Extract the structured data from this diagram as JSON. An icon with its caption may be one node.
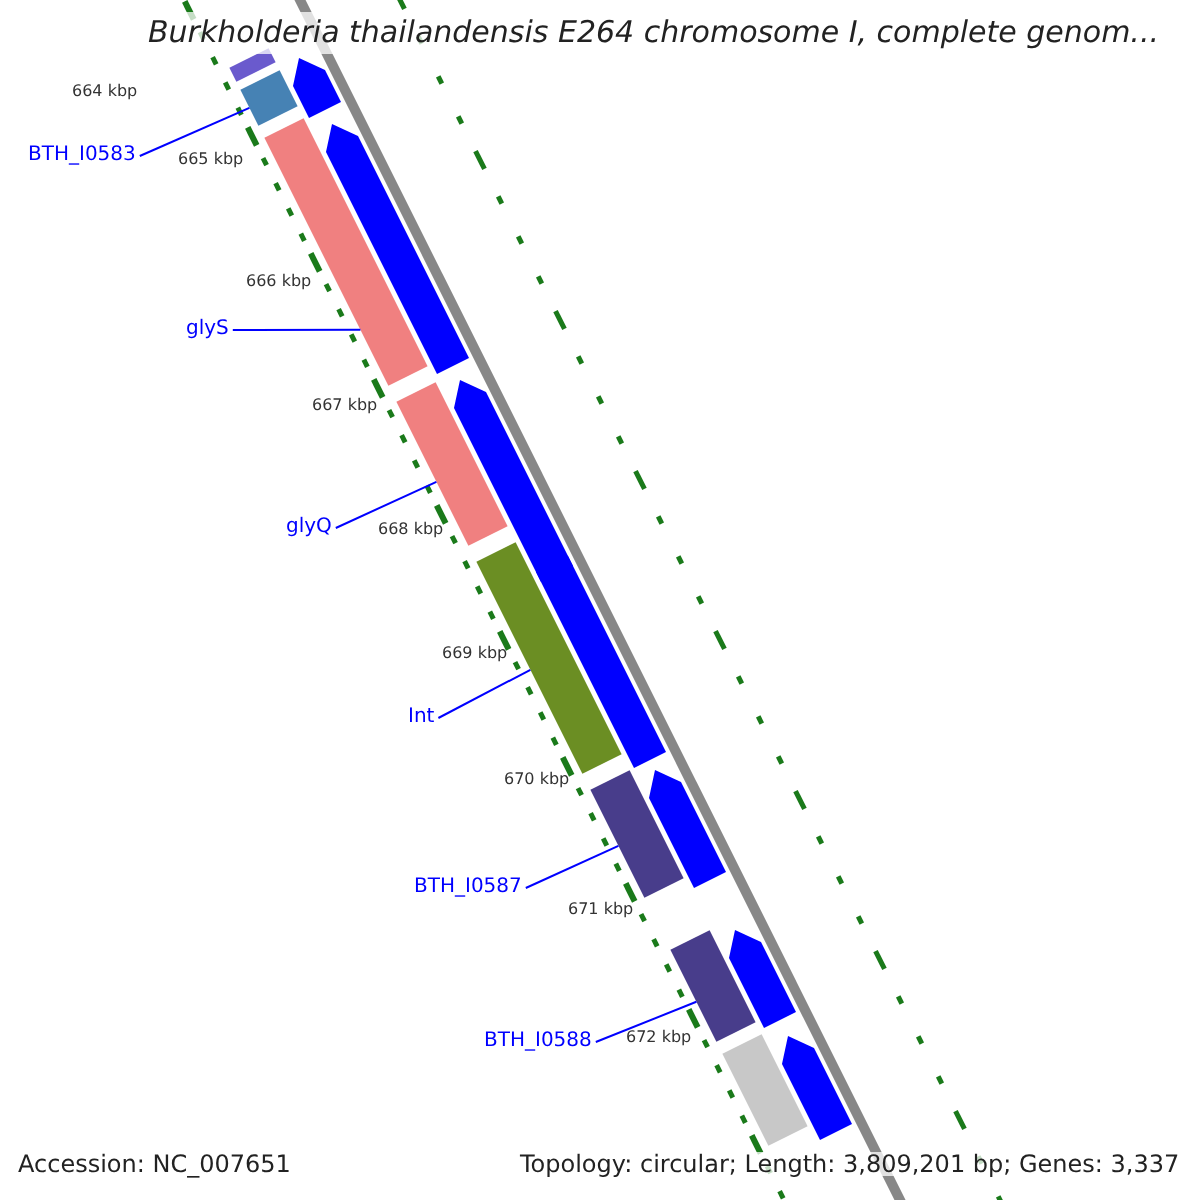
{
  "diagram": {
    "title": "Burkholderia thailandensis E264 chromosome I, complete genom...",
    "nodes": [
      {
        "text": [
          "BTH_I0583"
        ]
      },
      {
        "text": [],
        "shape": "bar"
      },
      {
        "text": [
          "glyS"
        ]
      },
      {
        "text": [],
        "shape": "bar"
      },
      {
        "text": [
          "glyQ"
        ]
      },
      {
        "text": [],
        "shape": "bar"
      },
      {
        "text": [
          "Int"
        ]
      },
      {
        "text": [],
        "shape": "bar"
      },
      {
        "text": [
          "BTH_I0587"
        ]
      },
      {
        "text": [],
        "shape": "bar"
      },
      {
        "text": [
          "BTH_I0588"
        ]
      },
      {
        "text": [],
        "shape": "bar"
      },
      {
        "text": [],
        "shape": "bar"
      },
      {
        "text": [],
        "shape": "bar"
      },
      {
        "text": [],
        "shape": "bar"
      },
      {
        "text": [],
        "shape": "bar"
      },
      {
        "text": [],
        "shape": "bar"
      },
      {
        "text": [],
        "shape": "bar"
      },
      {
        "text": [],
        "shape": "bar"
      },
      {
        "text": [],
        "shape": "bar"
      },
      {
        "text": [],
        "shape": "bar"
      }
    ],
    "edges": [
      {
        "from": 0,
        "to": 1,
        "arrow": "none"
      },
      {
        "from": 2,
        "to": 3,
        "arrow": "none"
      },
      {
        "from": 4,
        "to": 5,
        "arrow": "none"
      },
      {
        "from": 6,
        "to": 7,
        "arrow": "none"
      },
      {
        "from": 8,
        "to": 9,
        "arrow": "none"
      },
      {
        "from": 10,
        "to": 11,
        "arrow": "none"
      }
    ],
    "labels": [
      "664 kbp",
      "665 kbp",
      "666 kbp",
      "667 kbp",
      "668 kbp",
      "669 kbp",
      "670 kbp",
      "671 kbp",
      "672 kbp",
      "Accession: NC_007651",
      "Topology: circular; Length: 3,809,201 bp; Genes: 3,337"
    ]
  }
}
